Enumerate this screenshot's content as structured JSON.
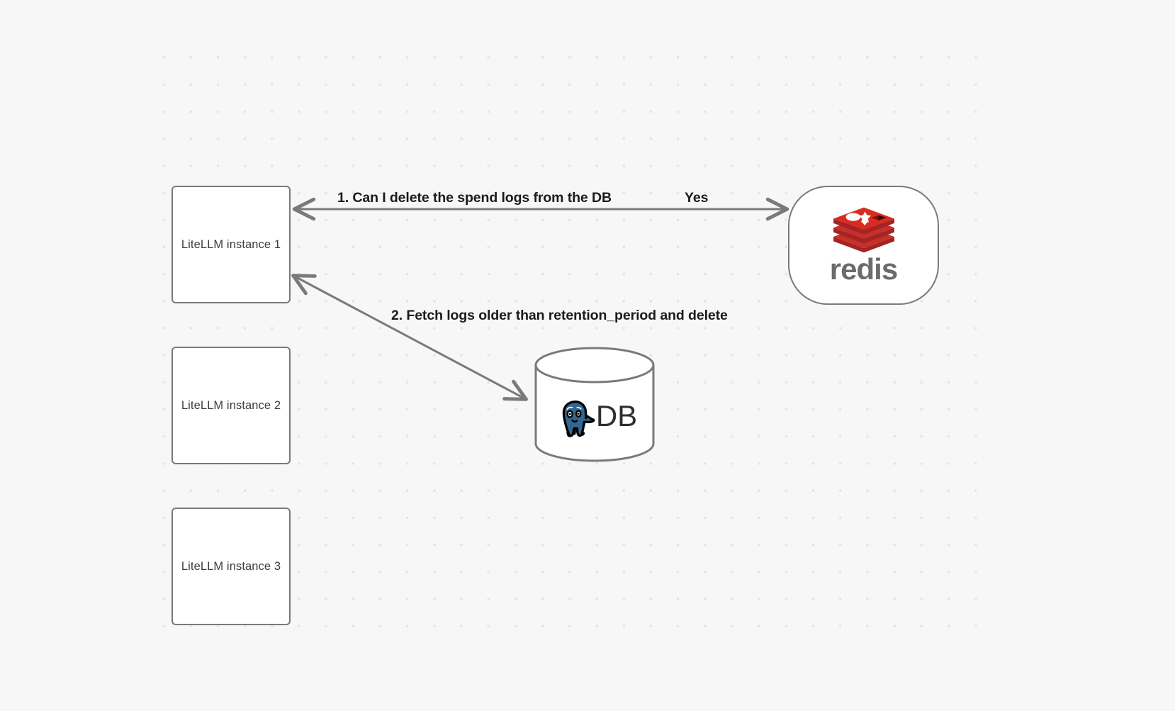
{
  "diagram": {
    "background_color": "#f7f7f7",
    "grid_dot_color": "#e4e5e7",
    "nodes": {
      "instance_1": {
        "label": "LiteLLM instance 1"
      },
      "instance_2": {
        "label": "LiteLLM instance 2"
      },
      "instance_3": {
        "label": "LiteLLM instance 3"
      },
      "redis": {
        "label": "redis",
        "brand_color": "#c6302b",
        "wordmark_color": "#6b6b6b"
      },
      "database": {
        "label": "DB",
        "logo": "postgresql-elephant-icon",
        "brand_color": "#336791"
      }
    },
    "edges": {
      "step_1": {
        "label": "1.  Can I delete the spend logs from the DB"
      },
      "response": {
        "label": "Yes"
      },
      "step_2": {
        "label": "2.  Fetch logs older than retention_period and delete"
      }
    },
    "stroke_color": "#7a7a7a",
    "text_color": "#1b1b1b"
  }
}
